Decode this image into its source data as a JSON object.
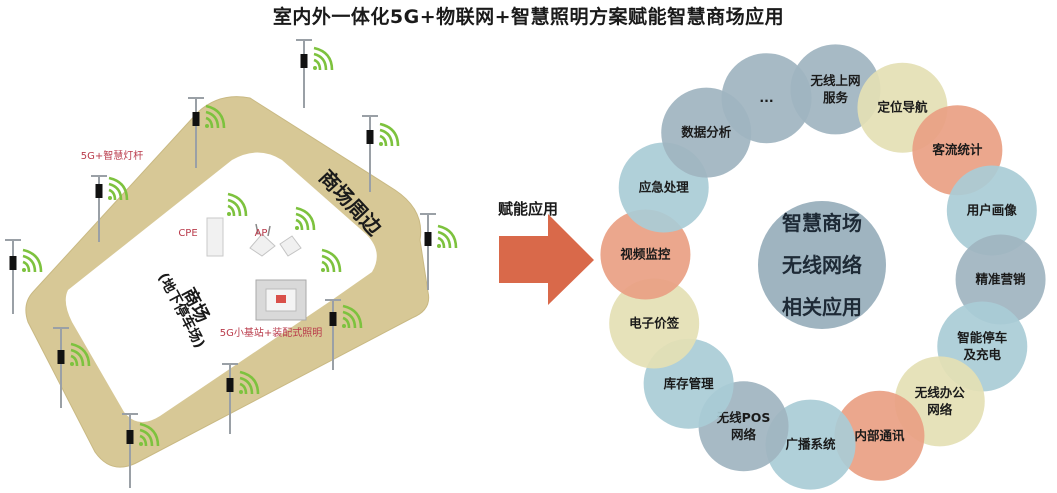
{
  "title": "室内外一体化5G+物联网+智慧照明方案赋能智慧商场应用",
  "left": {
    "pole_label": "5G+智慧灯杆",
    "periphery_label": "商场周边",
    "mall_label": "商场",
    "mall_sublabel": "(地下停车场)",
    "cpe_label": "CPE",
    "ap_label": "AP",
    "base_station_label": "5G小基站+装配式照明"
  },
  "arrow_label": "赋能应用",
  "center": {
    "line1": "智慧商场",
    "line2": "无线网络",
    "line3": "相关应用"
  },
  "colors": {
    "gray_blue": "#9fb4c0",
    "light_blue": "#a9ccd6",
    "cream": "#e4e0b4",
    "salmon": "#e9a083",
    "road": "#d7c896",
    "arrow": "#d9694a",
    "wifi": "#7dc23e"
  },
  "bubbles": [
    {
      "lines": [
        "无线上网",
        "服务"
      ],
      "color": "gray_blue"
    },
    {
      "lines": [
        "定位导航"
      ],
      "color": "cream"
    },
    {
      "lines": [
        "客流统计"
      ],
      "color": "salmon"
    },
    {
      "lines": [
        "用户画像"
      ],
      "color": "light_blue"
    },
    {
      "lines": [
        "精准营销"
      ],
      "color": "gray_blue"
    },
    {
      "lines": [
        "智能停车",
        "及充电"
      ],
      "color": "light_blue"
    },
    {
      "lines": [
        "无线办公",
        "网络"
      ],
      "color": "cream"
    },
    {
      "lines": [
        "内部通讯"
      ],
      "color": "salmon"
    },
    {
      "lines": [
        "广播系统"
      ],
      "color": "light_blue"
    },
    {
      "lines": [
        "无线POS",
        "网络"
      ],
      "color": "gray_blue"
    },
    {
      "lines": [
        "库存管理"
      ],
      "color": "light_blue"
    },
    {
      "lines": [
        "电子价签"
      ],
      "color": "cream"
    },
    {
      "lines": [
        "视频监控"
      ],
      "color": "salmon"
    },
    {
      "lines": [
        "应急处理"
      ],
      "color": "light_blue"
    },
    {
      "lines": [
        "数据分析"
      ],
      "color": "gray_blue"
    },
    {
      "lines": [
        "..."
      ],
      "color": "gray_blue"
    }
  ]
}
